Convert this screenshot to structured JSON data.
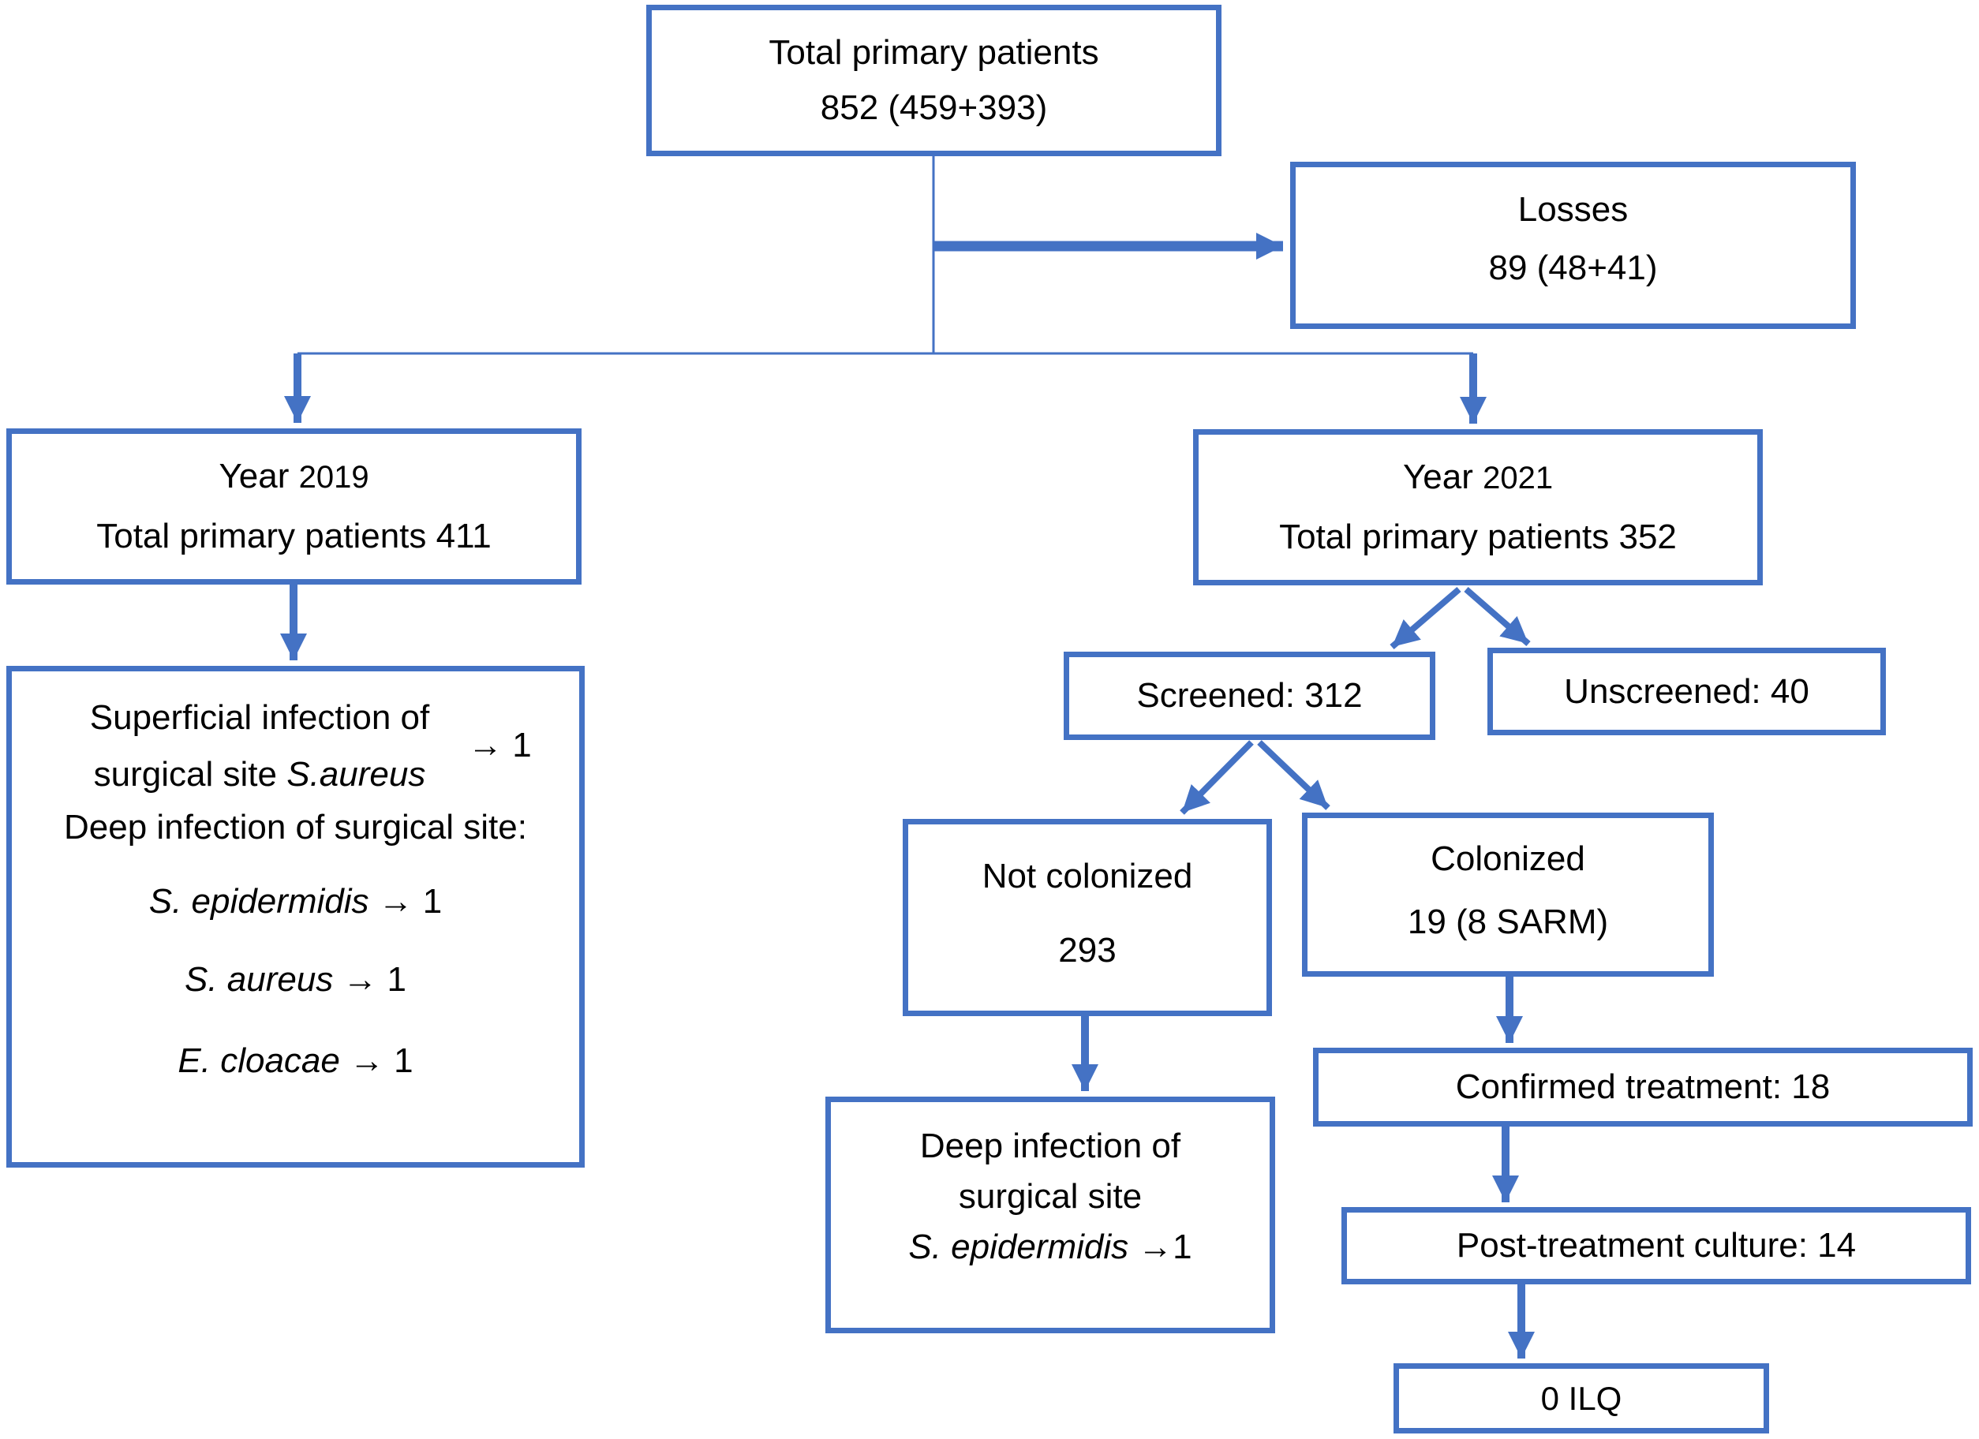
{
  "colors": {
    "accent": "#4472C4",
    "text": "#000000",
    "background": "#ffffff"
  },
  "boxes": {
    "total": {
      "title": "Total primary patients",
      "value": "852 (459+393)"
    },
    "losses": {
      "title": "Losses",
      "value": "89 (48+41)"
    },
    "year_2019": {
      "year_label": "Year ",
      "year": "2019",
      "subtitle": "Total primary patients 411"
    },
    "year_2021": {
      "year_label": "Year ",
      "year": "2021",
      "subtitle": "Total primary patients 352"
    },
    "infections_2019": {
      "superficial_line1": "Superficial infection of",
      "superficial_line2_prefix": "surgical site ",
      "superficial_species": "S.aureus",
      "superficial_count": "→ 1",
      "deep_header": "Deep infection of surgical site:",
      "organisms": [
        {
          "name": "S. epidermidis",
          "count": "→ 1"
        },
        {
          "name": "S. aureus",
          "count": "→ 1"
        },
        {
          "name": "E. cloacae",
          "count": "→ 1"
        }
      ]
    },
    "screened": {
      "label": "Screened: 312"
    },
    "unscreened": {
      "label": "Unscreened: 40"
    },
    "not_colonized": {
      "title": "Not colonized",
      "value": "293"
    },
    "colonized": {
      "title": "Colonized",
      "value": "19 (8 SARM)"
    },
    "deep_infection_2021": {
      "line1": "Deep infection of",
      "line2": "surgical site",
      "species": "S. epidermidis",
      "count": "→1"
    },
    "confirmed_treatment": {
      "label": "Confirmed treatment: 18"
    },
    "post_treatment": {
      "label": "Post-treatment culture: 14"
    },
    "ilq": {
      "label": "0 ILQ"
    }
  }
}
